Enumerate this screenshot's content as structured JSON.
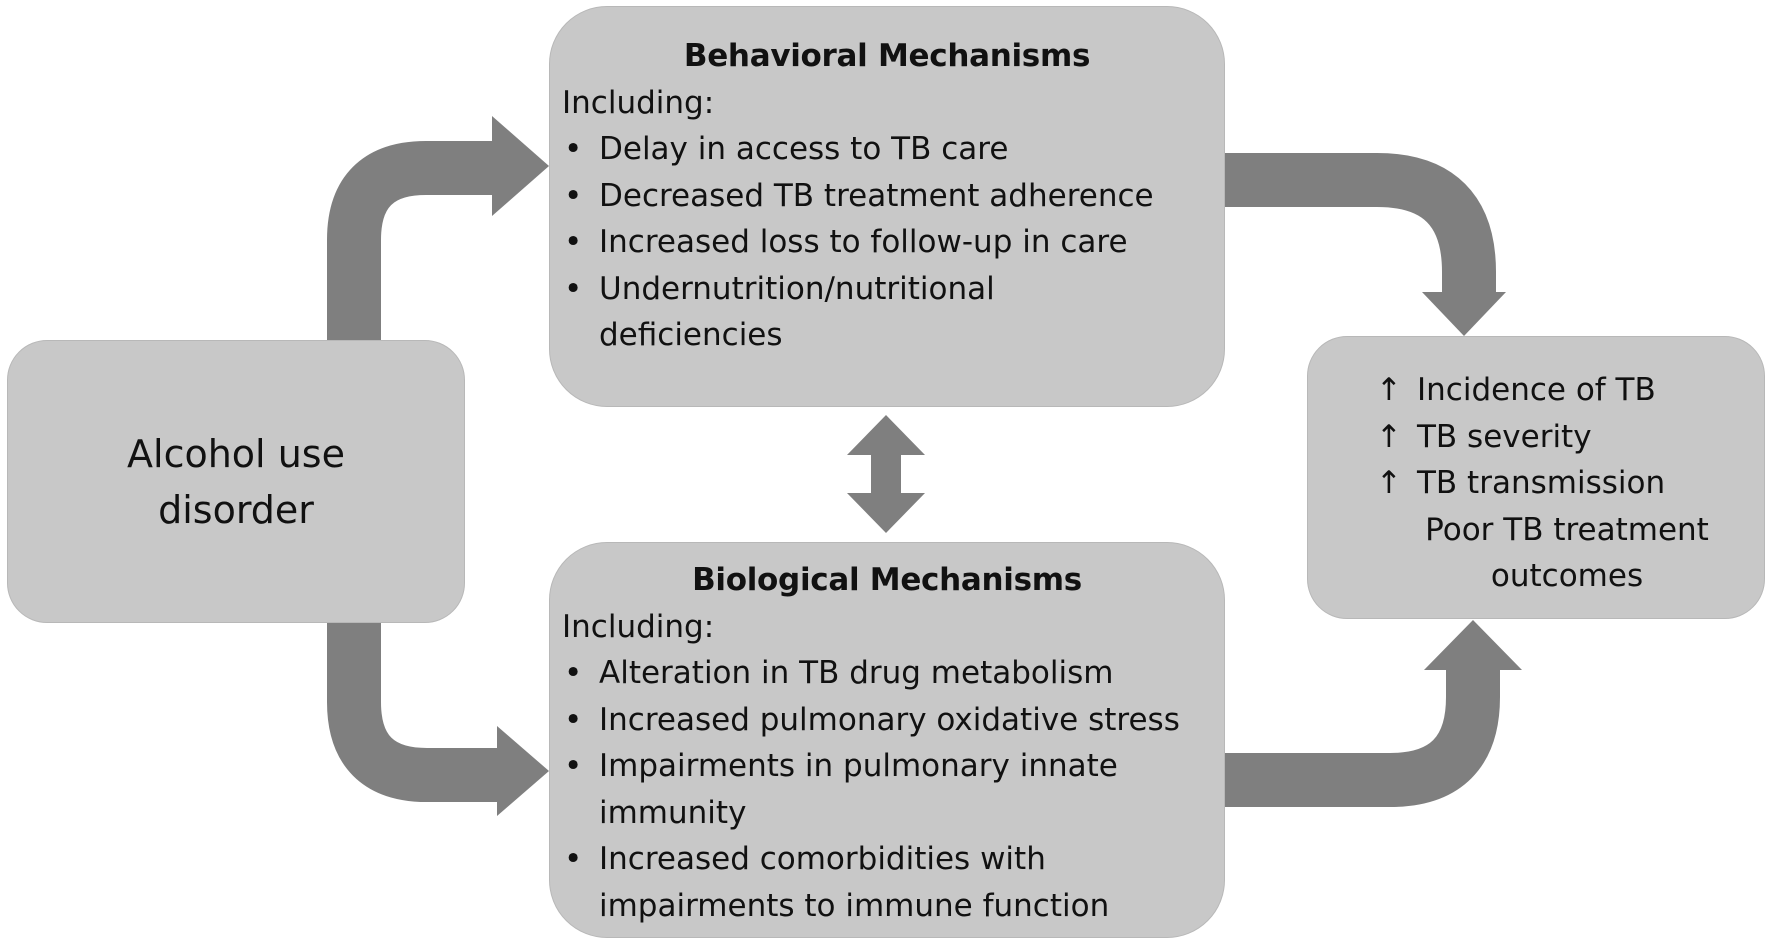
{
  "diagram": {
    "alcohol": {
      "line1": "Alcohol use",
      "line2": "disorder"
    },
    "behavioral": {
      "title": "Behavioral Mechanisms",
      "intro": "Including:",
      "items": [
        "Delay in access to TB care",
        "Decreased TB treatment adherence",
        "Increased loss to follow-up in care",
        "Undernutrition/nutritional deficiencies"
      ]
    },
    "biological": {
      "title": "Biological Mechanisms",
      "intro": "Including:",
      "items": [
        "Alteration in TB drug metabolism",
        "Increased pulmonary oxidative stress",
        "Impairments in pulmonary innate immunity",
        "Increased comorbidities with impairments to immune function"
      ]
    },
    "outcomes": {
      "items": [
        {
          "symbol": "↑",
          "text": "Incidence of TB"
        },
        {
          "symbol": "↑",
          "text": "TB severity"
        },
        {
          "symbol": "↑",
          "text": "TB transmission"
        },
        {
          "symbol": "",
          "text": "Poor TB treatment outcomes"
        }
      ]
    },
    "colors": {
      "box_fill": "#c8c8c8",
      "arrow_fill": "#7f7f7f",
      "text": "#111111"
    }
  }
}
